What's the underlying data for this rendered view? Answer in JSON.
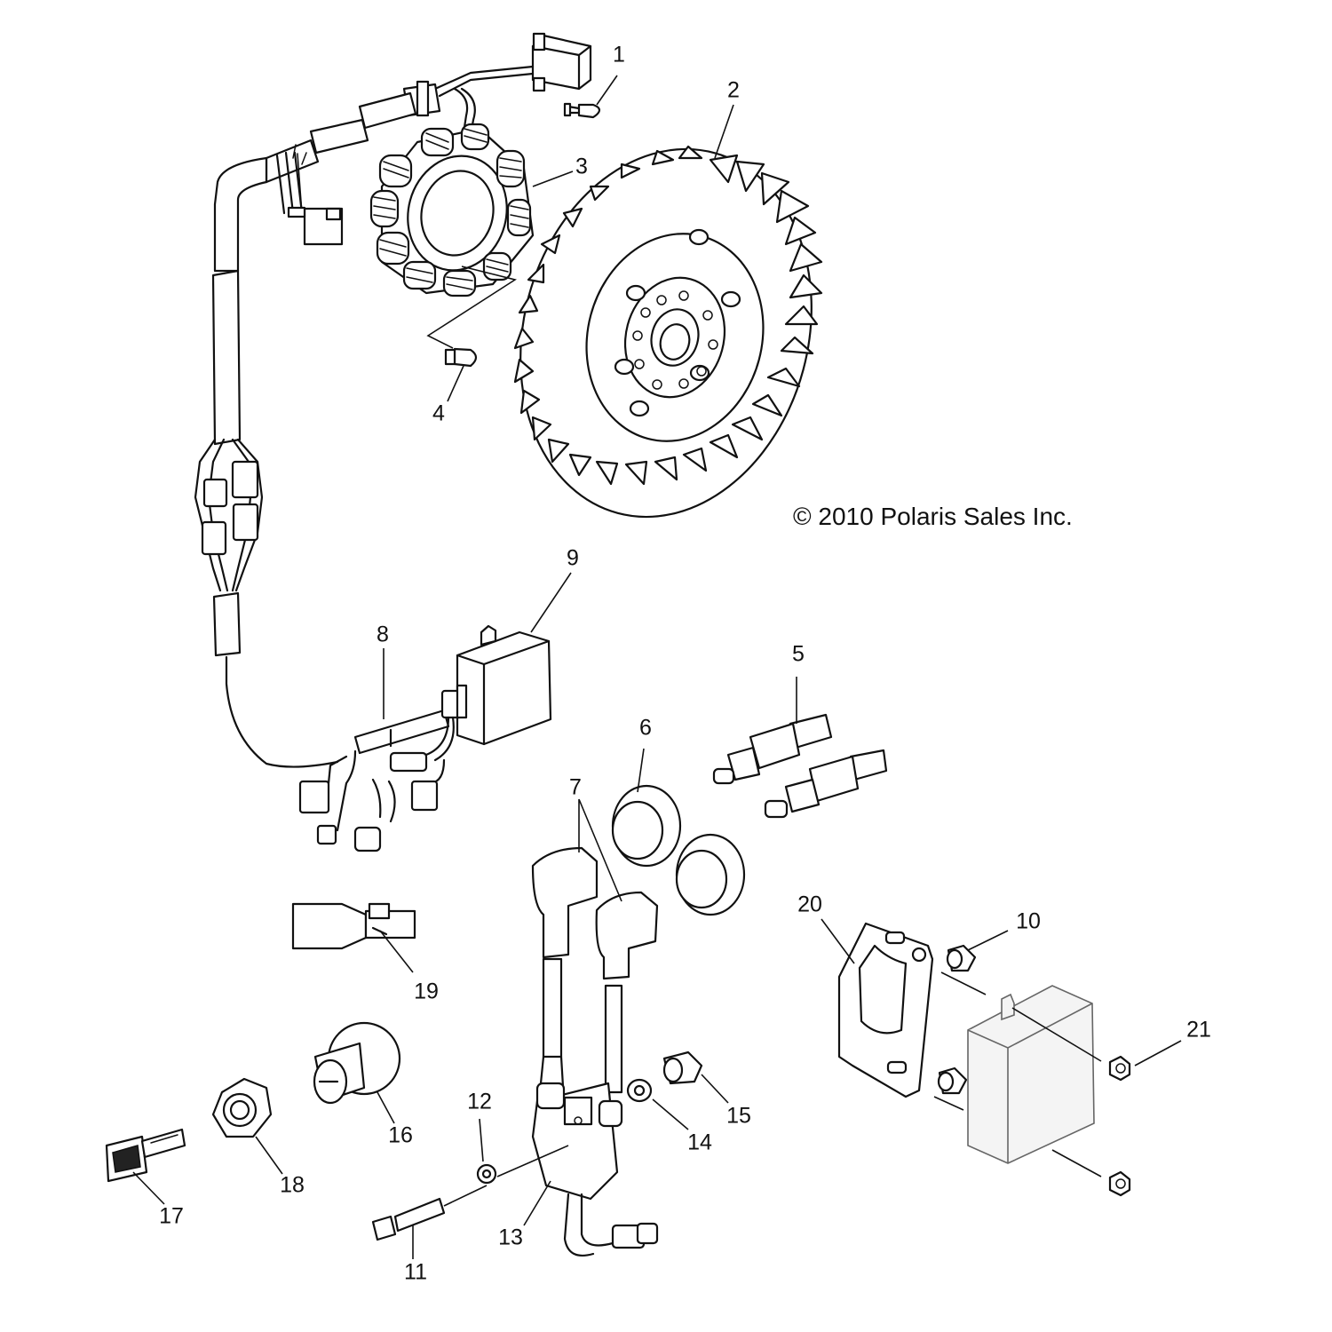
{
  "copyright": "© 2010 Polaris Sales Inc.",
  "callouts": [
    {
      "id": "1",
      "label": "1"
    },
    {
      "id": "2",
      "label": "2"
    },
    {
      "id": "3",
      "label": "3"
    },
    {
      "id": "4",
      "label": "4"
    },
    {
      "id": "5",
      "label": "5"
    },
    {
      "id": "6",
      "label": "6"
    },
    {
      "id": "7",
      "label": "7"
    },
    {
      "id": "8",
      "label": "8"
    },
    {
      "id": "9",
      "label": "9"
    },
    {
      "id": "10",
      "label": "10"
    },
    {
      "id": "11",
      "label": "11"
    },
    {
      "id": "12",
      "label": "12"
    },
    {
      "id": "13",
      "label": "13"
    },
    {
      "id": "14",
      "label": "14"
    },
    {
      "id": "15",
      "label": "15"
    },
    {
      "id": "16",
      "label": "16"
    },
    {
      "id": "17",
      "label": "17"
    },
    {
      "id": "18",
      "label": "18"
    },
    {
      "id": "19",
      "label": "19"
    },
    {
      "id": "20",
      "label": "20"
    },
    {
      "id": "21",
      "label": "21"
    }
  ]
}
